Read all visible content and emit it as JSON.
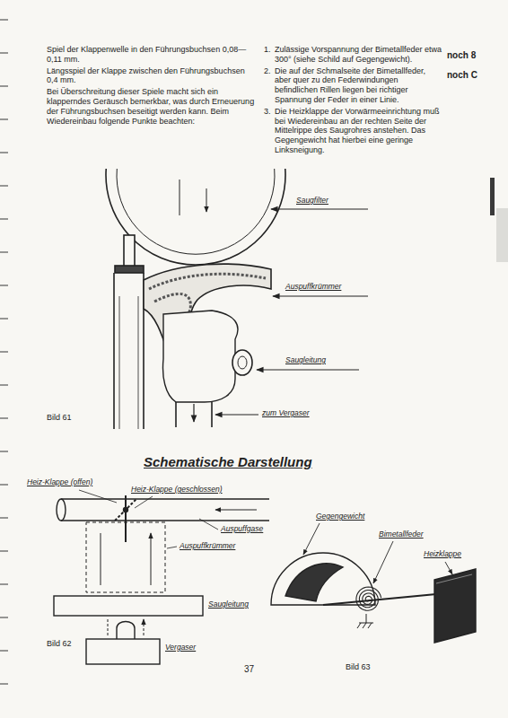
{
  "diagram": {
    "title": "Schematische Darstellung",
    "labels": [
      "noch 8",
      "noch C",
      "Spiel der Klappenwelle in den Führungsbuchsen 0,08—0,11 mm.",
      "Längsspiel der Klappe zwischen den Führungsbuchsen 0,4 mm.",
      "Bei Überschreitung dieser Spiele macht sich ein klapperndes Geräusch bemerkbar, was durch Erneuerung der Führungsbuchsen beseitigt werden kann. Beim Wiedereinbau folgende Punkte beachten:",
      "1.",
      "Zulässige Vorspannung der Bimetallfeder etwa 300° (siehe Schild auf Gegengewicht).",
      "2.",
      "Die auf der Schmalseite der Bimetallfeder, aber quer zu den Federwindungen befindlichen Rillen liegen bei richtiger Spannung der Feder in einer Linie.",
      "3.",
      "Die Heizklappe der Vorwärmeeinrichtung muß bei Wiedereinbau an der rechten Seite der Mittelrippe des Saugrohres anstehen. Das Gegengewicht hat hierbei eine geringe Linksneigung.",
      "Saugfilter",
      "Auspuffkrümmer",
      "Saugleitung",
      "zum Vergaser",
      "Bild 61",
      "Heiz-Klappe (offen)",
      "Heiz-Klappe (geschlossen)",
      "Auspuffgase",
      "Auspuffkrümmer",
      "Saugleitung",
      "Vergaser",
      "Bild 62",
      "Gegengewicht",
      "Bimetallfeder",
      "Heizklappe",
      "Bild 63",
      "37"
    ]
  }
}
